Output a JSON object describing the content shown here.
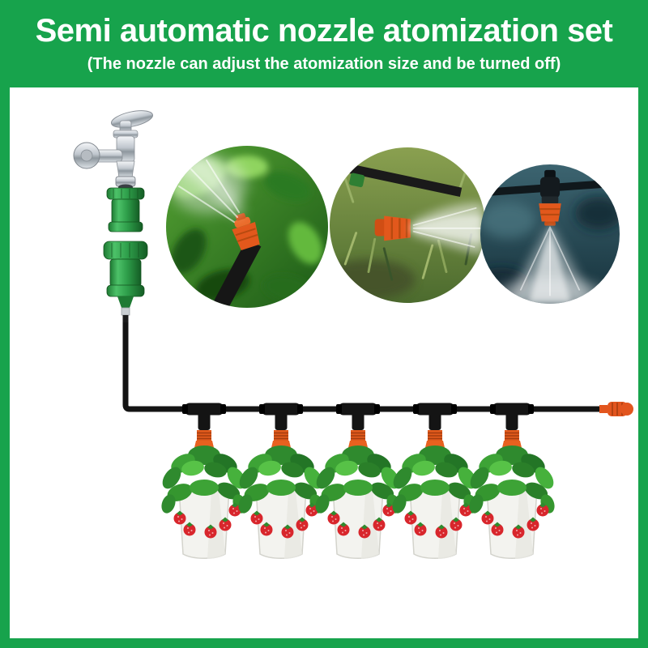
{
  "header": {
    "title": "Semi automatic nozzle atomization set",
    "subtitle": "(The nozzle can adjust the atomization size and be turned off)"
  },
  "figure": {
    "photo_count": 3,
    "branch_count": 5,
    "plant_count": 5
  },
  "palette": {
    "banner_green": "#17a34c",
    "panel_white": "#ffffff",
    "nozzle_orange": "#e2581c",
    "connector_green": "#2e9e4a",
    "tube_black": "#141414"
  }
}
